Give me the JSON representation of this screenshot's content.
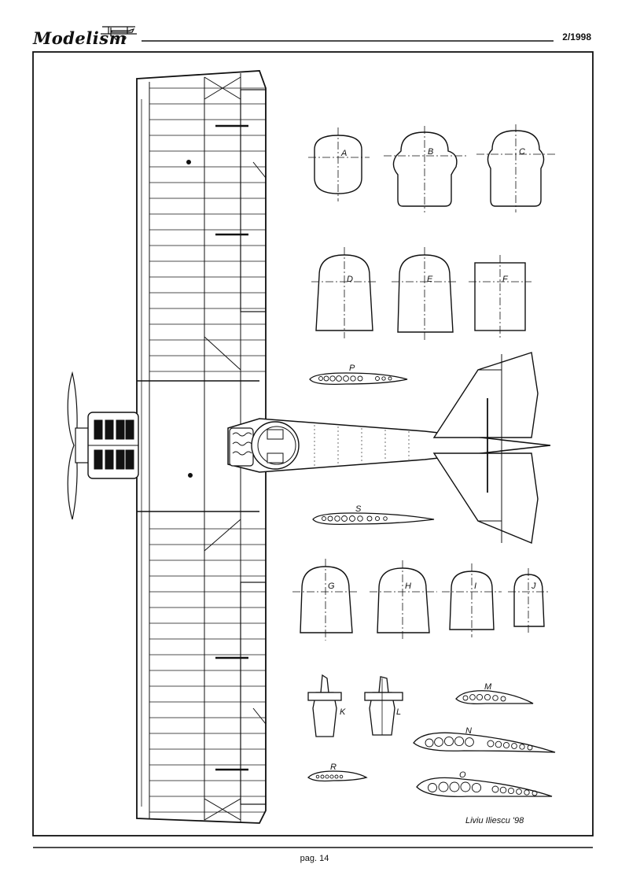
{
  "header": {
    "magazine_logo": "Modelism",
    "issue": "2/1998"
  },
  "footer": {
    "page": "pag. 14"
  },
  "drawing": {
    "signature": "Liviu Iliescu '98",
    "fuselage_sections": {
      "A": "A",
      "B": "B",
      "C": "C",
      "D": "D",
      "E": "E",
      "F": "F",
      "G": "G",
      "H": "H",
      "I": "I",
      "J": "J"
    },
    "detail_parts": {
      "K": "K",
      "L": "L"
    },
    "rib_profiles": {
      "P": "P",
      "S": "S",
      "M": "M",
      "N": "N",
      "O": "O",
      "R": "R"
    }
  },
  "colors": {
    "ink": "#111111",
    "paper": "#ffffff"
  }
}
